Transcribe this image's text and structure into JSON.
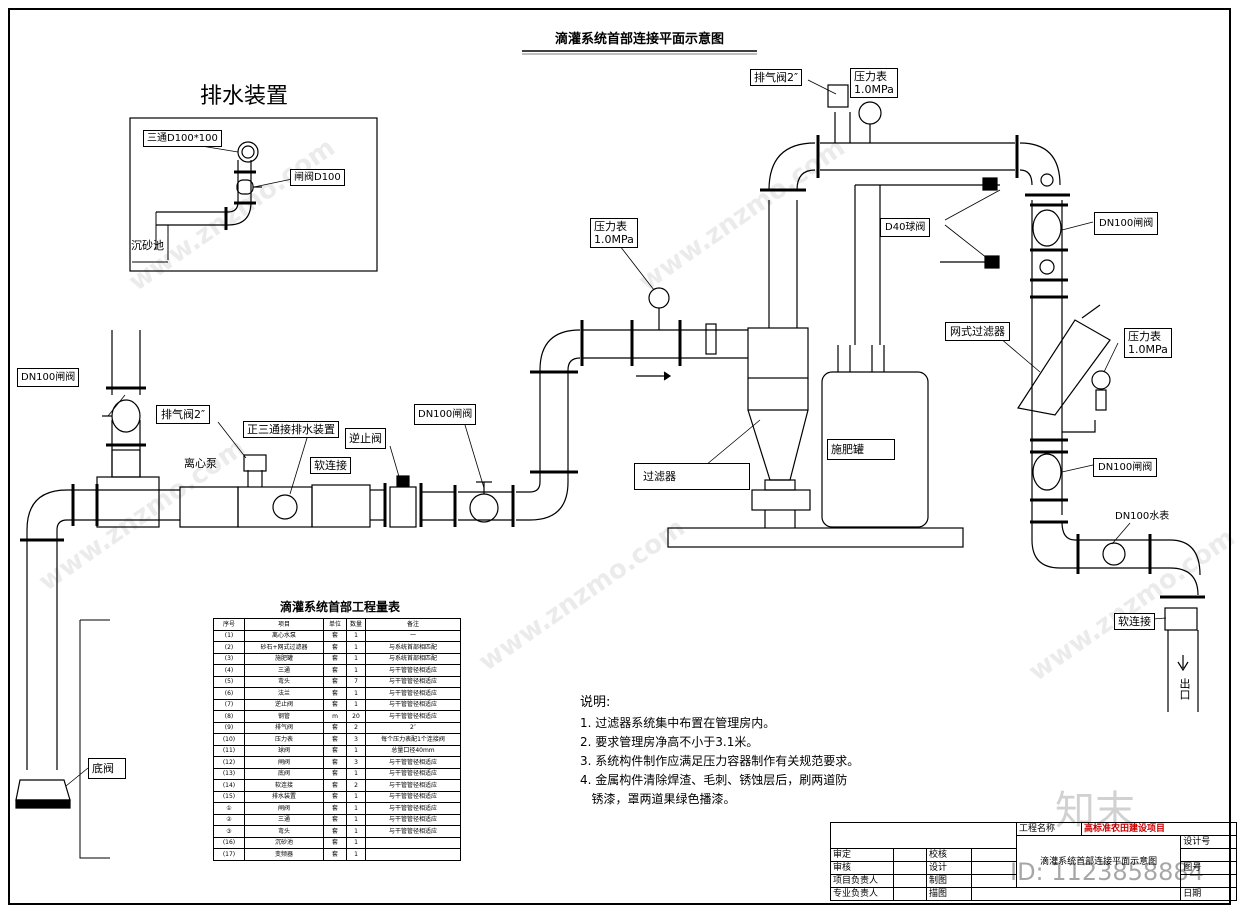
{
  "title": "滴灌系统首部连接平面示意图",
  "drainage": {
    "title": "排水装置",
    "tee_label": "三通D100*100",
    "gate_label": "闸阀D100",
    "sand_label": "沉砂池"
  },
  "labels": {
    "exhaust_top": "排气阀2″",
    "pressure_top": "压力表\n1.0MPa",
    "pressure_mid": "压力表\n1.0MPa",
    "pressure_right": "压力表\n1.0MPa",
    "dn100_top_right": "DN100闸阀",
    "ball_valve": "D40球阀",
    "mesh_filter": "网式过滤器",
    "dn100_right_mid": "DN100闸阀",
    "water_meter": "DN100水表",
    "soft_conn_right": "软连接",
    "outlet": "出口",
    "dn100_left": "DN100闸阀",
    "exhaust_left": "排气阀2″",
    "centrifugal_pump": "离心泵",
    "tee_drain": "正三通接排水装置",
    "check_valve": "逆止阀",
    "soft_conn": "软连接",
    "dn100_mid": "DN100闸阀",
    "filter": "过滤器",
    "fert_tank": "施肥罐",
    "foot_valve": "底阀"
  },
  "quantity_table": {
    "title": "滴灌系统首部工程量表",
    "headers": [
      "序号",
      "项目",
      "单位",
      "数量",
      "备注"
    ],
    "rows": [
      [
        "(1)",
        "离心水泵",
        "套",
        "1",
        "一"
      ],
      [
        "(2)",
        "砂石+网式过滤器",
        "套",
        "1",
        "与系统首部相匹配"
      ],
      [
        "(3)",
        "施肥罐",
        "套",
        "1",
        "与系统首部相匹配"
      ],
      [
        "(4)",
        "三通",
        "套",
        "1",
        "与干管管径相适应"
      ],
      [
        "(5)",
        "弯头",
        "套",
        "7",
        "与干管管径相适应"
      ],
      [
        "(6)",
        "法兰",
        "套",
        "1",
        "与干管管径相适应"
      ],
      [
        "(7)",
        "逆止阀",
        "套",
        "1",
        "与干管管径相适应"
      ],
      [
        "(8)",
        "钢管",
        "m",
        "20",
        "与干管管径相适应"
      ],
      [
        "(9)",
        "排气阀",
        "套",
        "2",
        "2″"
      ],
      [
        "(10)",
        "压力表",
        "套",
        "3",
        "每个压力表配1个连接阀"
      ],
      [
        "(11)",
        "球阀",
        "套",
        "1",
        "总量口径40mm"
      ],
      [
        "(12)",
        "闸阀",
        "套",
        "3",
        "与干管管径相适应"
      ],
      [
        "(13)",
        "底阀",
        "套",
        "1",
        "与干管管径相适应"
      ],
      [
        "(14)",
        "软连接",
        "套",
        "2",
        "与干管管径相适应"
      ],
      [
        "(15)",
        "排水装置",
        "套",
        "1",
        "与干管管径相适应"
      ],
      [
        "①",
        "闸阀",
        "套",
        "1",
        "与干管管径相适应"
      ],
      [
        "②",
        "三通",
        "套",
        "1",
        "与干管管径相适应"
      ],
      [
        "③",
        "弯头",
        "套",
        "1",
        "与干管管径相适应"
      ],
      [
        "(16)",
        "沉砂池",
        "套",
        "1",
        ""
      ],
      [
        "(17)",
        "变频器",
        "套",
        "1",
        ""
      ]
    ]
  },
  "notes": {
    "heading": "说明:",
    "items": [
      "1. 过滤器系统集中布置在管理房内。",
      "2. 要求管理房净高不小于3.1米。",
      "3. 系统构件制作应满足压力容器制作有关规范要求。",
      "4. 金属构件清除焊渣、毛刺、锈蚀层后，刷两道防",
      "   锈漆，罩两道果绿色播漆。"
    ]
  },
  "title_block": {
    "project_label": "工程名称",
    "project_value": "高标准农田建设项目",
    "design_no": "设计号",
    "drawing_name": "滴灌系统首部连接平面示意图",
    "rows_left": [
      "审定",
      "审核",
      "项目负责人",
      "专业负责人"
    ],
    "rows_mid": [
      "校核",
      "设计",
      "制图",
      "描图"
    ],
    "right": [
      "图号",
      "日期"
    ]
  },
  "watermark": {
    "site": "www.znzmo.com",
    "brand": "知末",
    "id": "ID: 1123858884"
  }
}
